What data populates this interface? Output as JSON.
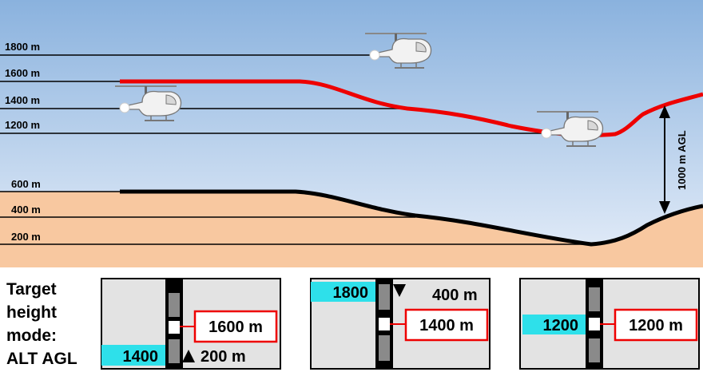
{
  "altitude_levels": [
    "1800 m",
    "1600 m",
    "1400 m",
    "1200 m",
    "600 m",
    "400 m",
    "200 m"
  ],
  "agl_annotation": "1000 m AGL",
  "mode_label": [
    "Target",
    "height",
    "mode:",
    "ALT AGL"
  ],
  "panels": [
    {
      "target_value": "1600 m",
      "target_height": "1400",
      "agl_readout": "200 m",
      "arrow": "up"
    },
    {
      "target_value": "1400 m",
      "target_height": "1800",
      "agl_readout": "400 m",
      "arrow": "down"
    },
    {
      "target_value": "1200 m",
      "target_height": "1200",
      "agl_readout": "",
      "arrow": "none"
    }
  ],
  "colors": {
    "sky_top": "#8ab2de",
    "sky_bottom": "#e6eef9",
    "ground": "#f8c8a0",
    "target_line": "#ee0000",
    "terrain_line": "#000000",
    "highlight": "#2ee0ea",
    "panel_bg": "#e3e3e3"
  }
}
